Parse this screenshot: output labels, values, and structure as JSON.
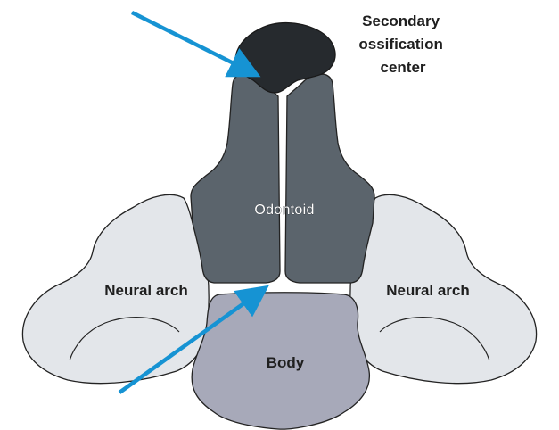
{
  "labels": {
    "secondary_center": [
      "Secondary",
      "ossification",
      "center"
    ],
    "odontoid": "Odontoid",
    "neural_arch_left": "Neural arch",
    "neural_arch_right": "Neural arch",
    "body": "Body"
  },
  "colors": {
    "background": "#ffffff",
    "outline": "#232323",
    "neural_arch": "#e3e6ea",
    "odontoid": "#5b646c",
    "body": "#a7a9b9",
    "secondary_center": "#262a2e",
    "arrow": "#1693d3"
  }
}
